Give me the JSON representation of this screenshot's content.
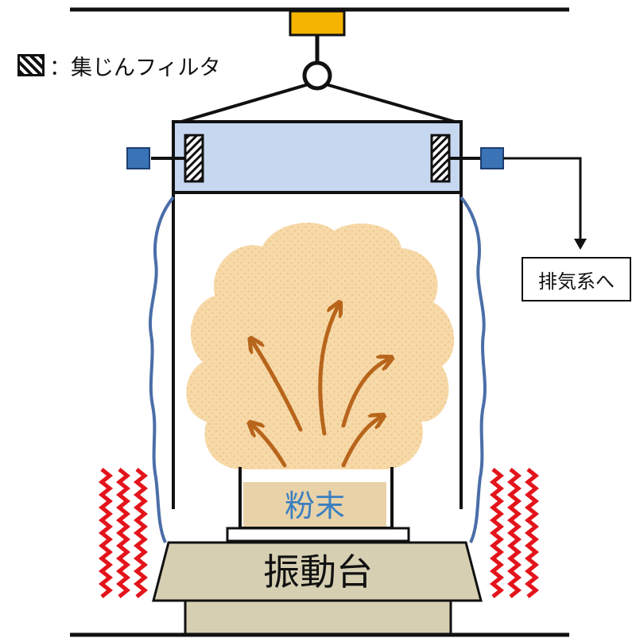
{
  "legend": {
    "filter_label": "：集じんフィルタ",
    "filter_pattern": "hatched-diagonal"
  },
  "labels": {
    "exhaust": "排気系へ",
    "powder": "粉末",
    "vibration_table": "振動台"
  },
  "colors": {
    "hood_fill": "#c6d8ef",
    "mount_block": "#f5b400",
    "sensor_block": "#3a73b6",
    "enclosure_line": "#4a6ea8",
    "dust_cloud": "#f7d9a8",
    "arrows": "#b8651c",
    "vibration": "#e3141b",
    "powder_fill": "#e9d2a8",
    "table_fill": "#d6cfb2",
    "powder_text": "#3a7fc0"
  },
  "icons": [
    "hatched-filter-icon",
    "vibration-zigzag-icon",
    "rising-arrow-icon",
    "hook-ring-icon"
  ]
}
